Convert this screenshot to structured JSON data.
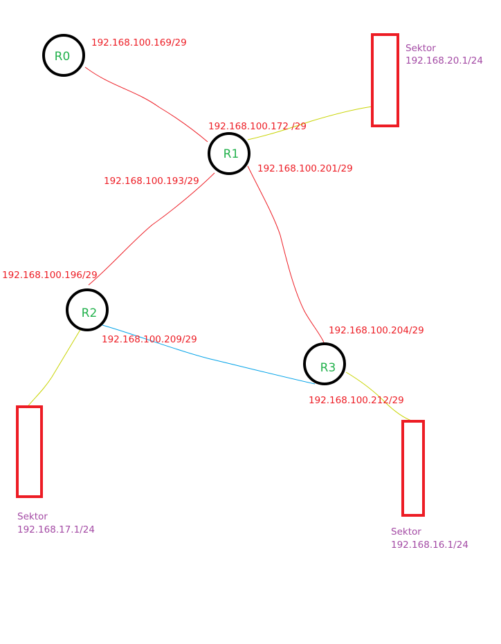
{
  "colors": {
    "router_border": "#000000",
    "router_label": "#22b14c",
    "ip_label": "#ed1c24",
    "sektor_label": "#a349a4",
    "sektor_box": "#ed1c24",
    "link_red": "#ed1c24",
    "link_yellow": "#c8d400",
    "link_blue": "#00a2e8"
  },
  "routers": [
    {
      "id": "R0",
      "label": "R0"
    },
    {
      "id": "R1",
      "label": "R1"
    },
    {
      "id": "R2",
      "label": "R2"
    },
    {
      "id": "R3",
      "label": "R3"
    }
  ],
  "ip_labels": [
    {
      "id": "r0-r1",
      "text": "192.168.100.169/29"
    },
    {
      "id": "r1-r0",
      "text": "192.168.100.172 /29"
    },
    {
      "id": "r1-r2",
      "text": "192.168.100.193/29"
    },
    {
      "id": "r1-r3",
      "text": "192.168.100.201/29"
    },
    {
      "id": "r2-r1",
      "text": "192.168.100.196/29"
    },
    {
      "id": "r2-r3",
      "text": "192.168.100.209/29"
    },
    {
      "id": "r3-r1",
      "text": "192.168.100.204/29"
    },
    {
      "id": "r3-r2",
      "text": "192.168.100.212/29"
    }
  ],
  "sektors": [
    {
      "id": "s1",
      "title": "Sektor",
      "network": "192.168.20.1/24"
    },
    {
      "id": "s2",
      "title": "Sektor",
      "network": "192.168.17.1/24"
    },
    {
      "id": "s3",
      "title": "Sektor",
      "network": "192.168.16.1/24"
    }
  ]
}
